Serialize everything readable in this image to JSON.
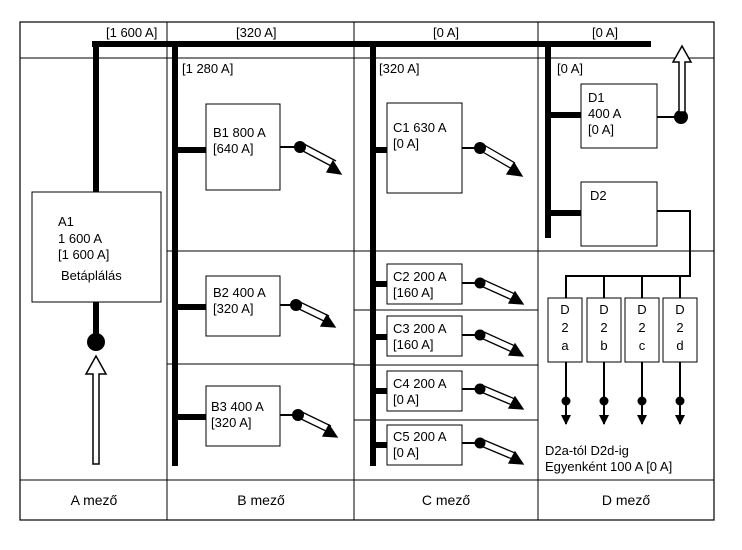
{
  "top_labels": {
    "a": "[1 600 A]",
    "b": "[320 A]",
    "c": "[0 A]",
    "d": "[0 A]"
  },
  "bus_labels": {
    "b": "[1 280 A]",
    "c": "[320 A]",
    "d": "[0 A]"
  },
  "a1": {
    "name": "A1",
    "rating": "1 600 A",
    "load": "[1 600 A]",
    "label": "Betáplálás"
  },
  "b1": {
    "rating": "B1 800 A",
    "load": "[640 A]"
  },
  "b2": {
    "rating": "B2 400 A",
    "load": "[320 A]"
  },
  "b3": {
    "rating": "B3 400 A",
    "load": "[320 A]"
  },
  "c1": {
    "rating": "C1 630 A",
    "load": "[0 A]"
  },
  "c2": {
    "rating": "C2 200 A",
    "load": "[160 A]"
  },
  "c3": {
    "rating": "C3 200 A",
    "load": "[160 A]"
  },
  "c4": {
    "rating": "C4 200 A",
    "load": "[0 A]"
  },
  "c5": {
    "rating": "C5 200 A",
    "load": "[0 A]"
  },
  "d1": {
    "name": "D1",
    "rating": "400 A",
    "load": "[0 A]"
  },
  "d2": {
    "name": "D2"
  },
  "d2_subs": [
    {
      "d": "D",
      "n": "2",
      "l": "a"
    },
    {
      "d": "D",
      "n": "2",
      "l": "b"
    },
    {
      "d": "D",
      "n": "2",
      "l": "c"
    },
    {
      "d": "D",
      "n": "2",
      "l": "d"
    }
  ],
  "d2_note": {
    "line1": "D2a-tól D2d-ig",
    "line2": "Egyenként 100 A [0 A]"
  },
  "fields": {
    "a": "A mező",
    "b": "B mező",
    "c": "C mező",
    "d": "D mező"
  }
}
